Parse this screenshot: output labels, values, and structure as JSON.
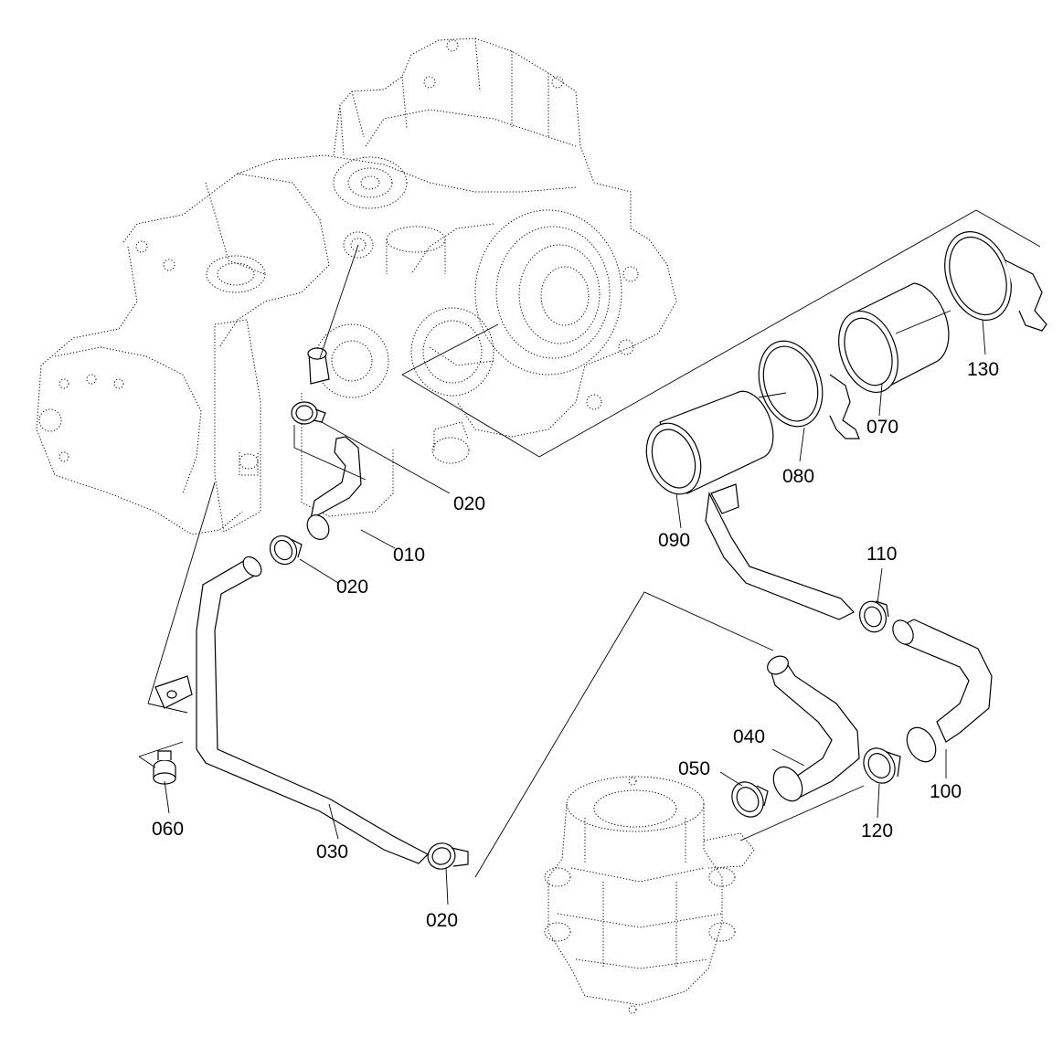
{
  "parts": [
    {
      "id": "p010",
      "label": "010"
    },
    {
      "id": "p020a",
      "label": "020"
    },
    {
      "id": "p020b",
      "label": "020"
    },
    {
      "id": "p020c",
      "label": "020"
    },
    {
      "id": "p030",
      "label": "030"
    },
    {
      "id": "p040",
      "label": "040"
    },
    {
      "id": "p050",
      "label": "050"
    },
    {
      "id": "p060",
      "label": "060"
    },
    {
      "id": "p070",
      "label": "070"
    },
    {
      "id": "p080",
      "label": "080"
    },
    {
      "id": "p090",
      "label": "090"
    },
    {
      "id": "p100",
      "label": "100"
    },
    {
      "id": "p110",
      "label": "110"
    },
    {
      "id": "p120",
      "label": "120"
    },
    {
      "id": "p130",
      "label": "130"
    }
  ]
}
